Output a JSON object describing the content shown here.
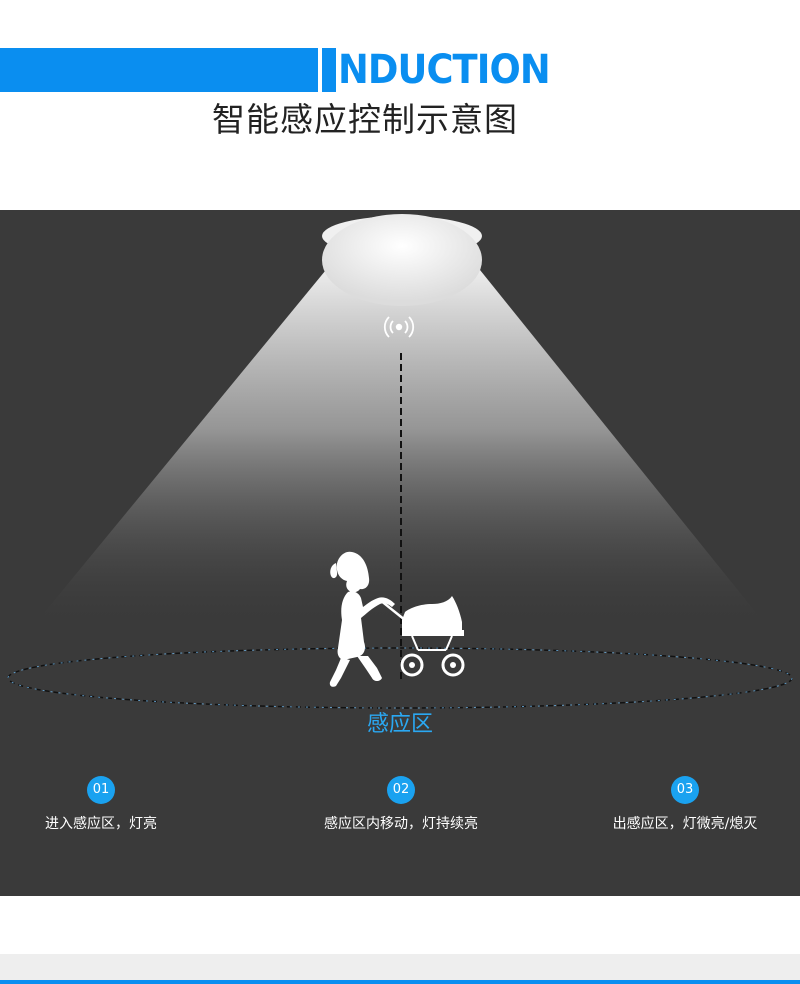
{
  "header": {
    "brand_initial": "I",
    "brand_rest": "NDUCTION",
    "title": "智能感应控制示意图",
    "accent_color": "#0a8ef0"
  },
  "scene": {
    "background_color": "#3a3a3a",
    "sensor_icon": "wireless-signal-icon",
    "zone_label": "感应区",
    "zone_color": "#2aa8f2"
  },
  "steps": [
    {
      "number": "01",
      "text": "进入感应区，灯亮"
    },
    {
      "number": "02",
      "text": "感应区内移动，灯持续亮"
    },
    {
      "number": "03",
      "text": "出感应区，灯微亮/熄灭"
    }
  ]
}
